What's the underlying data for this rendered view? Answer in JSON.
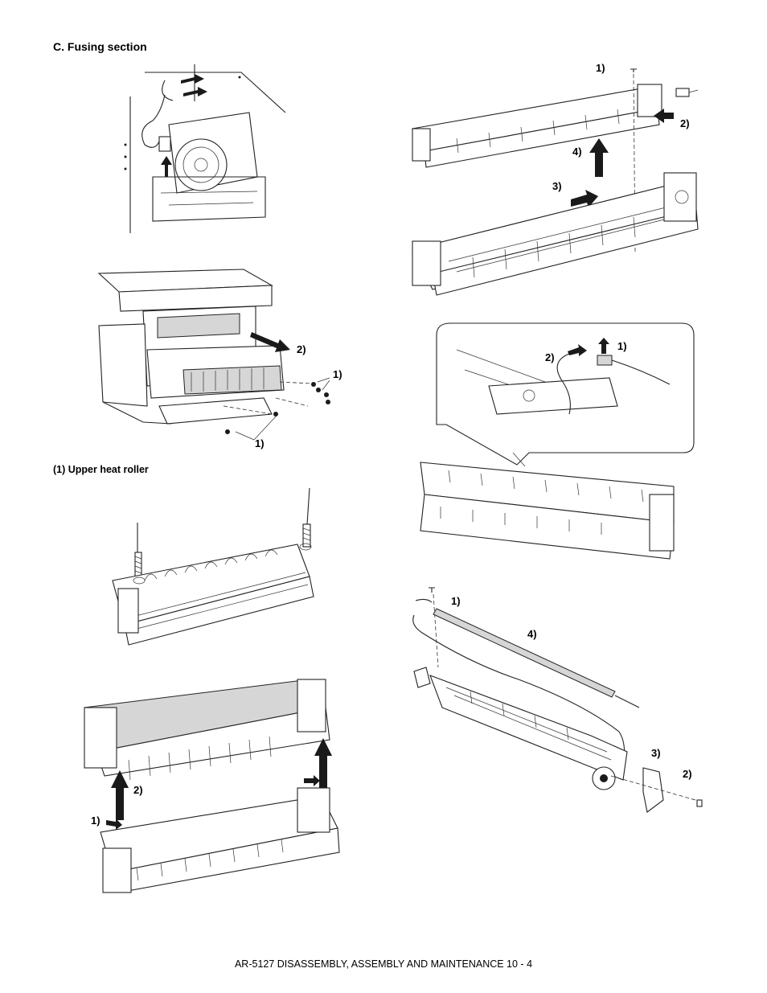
{
  "section": {
    "title": "C. Fusing section"
  },
  "subsection": {
    "title": "(1)  Upper heat roller"
  },
  "footer": {
    "text": "AR-5127 DISASSEMBLY, ASSEMBLY AND MAINTENANCE 10 - 4"
  },
  "figures": {
    "fig_motor": {
      "icon": "motor-connector-illustration"
    },
    "fig_copier": {
      "icon": "copier-fusing-unit-illustration",
      "labels": {
        "step2": "2)",
        "step1_screws_right": "1)",
        "step1_screws_bottom": "1)"
      }
    },
    "fig_unit_screws": {
      "icon": "fusing-unit-spring-screws-illustration"
    },
    "fig_unit_separate": {
      "icon": "fusing-unit-separation-illustration",
      "labels": {
        "step2": "2)",
        "step1": "1)"
      }
    },
    "fig_top_cover": {
      "icon": "upper-cover-removal-illustration",
      "labels": {
        "step1": "1)",
        "step2": "2)",
        "step4": "4)",
        "step3": "3)"
      }
    },
    "fig_connector_detail": {
      "icon": "thermostat-connector-detail-illustration",
      "labels": {
        "step2": "2)",
        "step1": "1)"
      }
    },
    "fig_heater_lamp": {
      "icon": "heater-lamp-removal-illustration",
      "labels": {
        "step1": "1)",
        "step4": "4)",
        "step3": "3)",
        "step2": "2)"
      }
    }
  }
}
